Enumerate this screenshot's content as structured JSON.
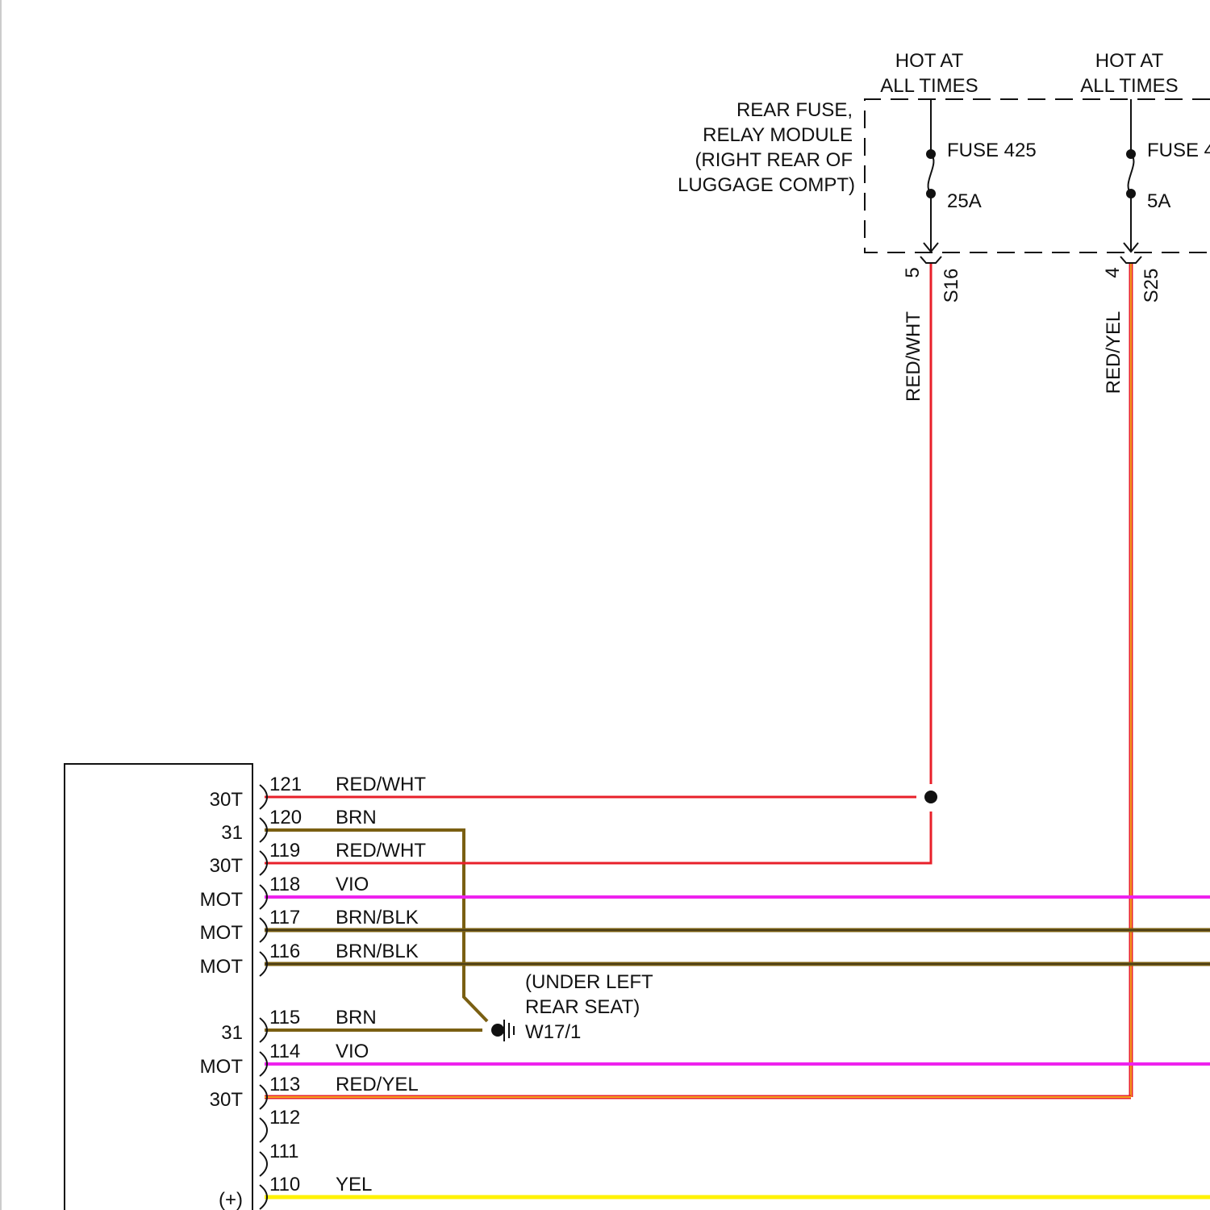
{
  "colors": {
    "red": "#e8202a",
    "red_yellow_stripe": "#f7d21c",
    "brown": "#7a5f12",
    "brown_black_stripe": "#222222",
    "violet": "#ee22ee",
    "yellow": "#fff200",
    "line": "#111111"
  },
  "fuse_module": {
    "label": [
      "REAR FUSE,",
      "RELAY MODULE",
      "(RIGHT REAR OF",
      "LUGGAGE COMPT)"
    ],
    "fuses": [
      {
        "hot_label": [
          "HOT AT",
          "ALL TIMES"
        ],
        "name": "FUSE 425",
        "rating": "25A",
        "pin": "5",
        "connector": "S16",
        "wire_color": "RED/WHT"
      },
      {
        "hot_label": [
          "HOT AT",
          "ALL TIMES"
        ],
        "name": "FUSE 4",
        "rating": "5A",
        "pin": "4",
        "connector": "S25",
        "wire_color": "RED/YEL"
      }
    ]
  },
  "ground": {
    "label": [
      "(UNDER LEFT",
      "REAR SEAT)",
      "W17/1"
    ]
  },
  "connector_pins": [
    {
      "pin": "121",
      "func": "30T",
      "wire": "RED/WHT",
      "color": "red"
    },
    {
      "pin": "120",
      "func": "31",
      "wire": "BRN",
      "color": "brown"
    },
    {
      "pin": "119",
      "func": "30T",
      "wire": "RED/WHT",
      "color": "red"
    },
    {
      "pin": "118",
      "func": "MOT",
      "wire": "VIO",
      "color": "violet"
    },
    {
      "pin": "117",
      "func": "MOT",
      "wire": "BRN/BLK",
      "color": "brown_black"
    },
    {
      "pin": "116",
      "func": "MOT",
      "wire": "BRN/BLK",
      "color": "brown_black"
    },
    {
      "pin": "115",
      "func": "31",
      "wire": "BRN",
      "color": "brown"
    },
    {
      "pin": "114",
      "func": "MOT",
      "wire": "VIO",
      "color": "violet"
    },
    {
      "pin": "113",
      "func": "30T",
      "wire": "RED/YEL",
      "color": "red_yellow"
    },
    {
      "pin": "112",
      "func": "",
      "wire": "",
      "color": ""
    },
    {
      "pin": "111",
      "func": "",
      "wire": "",
      "color": ""
    },
    {
      "pin": "110",
      "func": "(+)",
      "wire": "YEL",
      "color": "yellow"
    }
  ]
}
